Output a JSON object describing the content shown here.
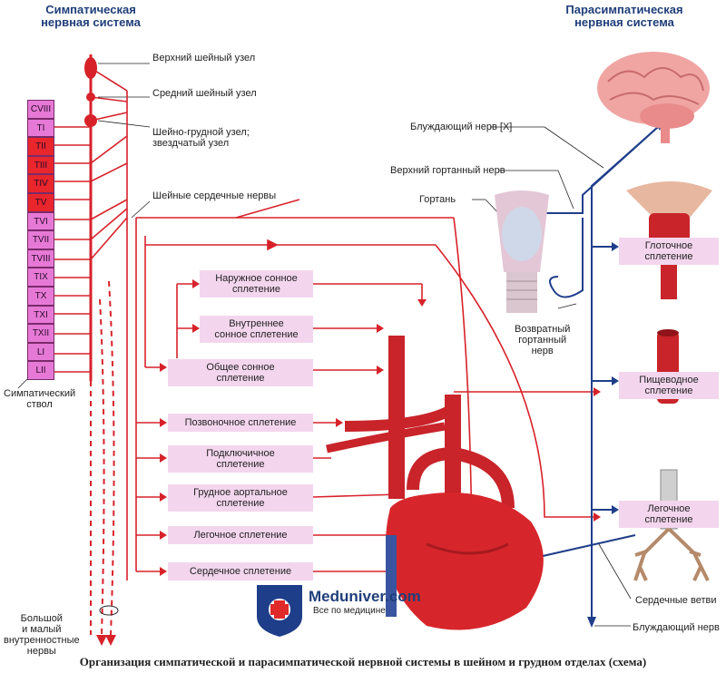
{
  "headings": {
    "sympathetic": "Симпатическая\nнервная система",
    "parasympathetic": "Парасимпатическая\nнервная система"
  },
  "segments": [
    "CVIII",
    "TI",
    "TII",
    "TIII",
    "TIV",
    "TV",
    "TVI",
    "TVII",
    "TVIII",
    "TIX",
    "TX",
    "TXI",
    "TXII",
    "LI",
    "LII"
  ],
  "red_segments": [
    "TII",
    "TIII",
    "TIV",
    "TV"
  ],
  "left_labels": {
    "upper_cervical_ganglion": "Верхний шейный узел",
    "middle_cervical_ganglion": "Средний шейный узел",
    "cervicothoracic_ganglion": "Шейно-грудной узел;\nзвездчатый узел",
    "cervical_cardiac_nerves": "Шейные сердечные нервы",
    "sympathetic_trunk": "Симпатический\nствол",
    "splanchnic_nerves": "Большой\nи малый\nвнутренностные\nнервы"
  },
  "plexus_boxes": {
    "external_carotid": "Наружное сонное\nсплетение",
    "internal_carotid": "Внутреннее\nсонное сплетение",
    "common_carotid": "Общее сонное\nсплетение",
    "vertebral": "Позвоночное сплетение",
    "subclavian": "Подключичное\nсплетение",
    "thoracic_aortic": "Грудное аортальное\nсплетение",
    "pulmonary": "Легочное сплетение",
    "cardiac": "Сердечное сплетение"
  },
  "right_labels": {
    "vagus": "Блуждающий нерв [X]",
    "superior_laryngeal": "Верхний гортанный нерв",
    "larynx": "Гортань",
    "recurrent_laryngeal": "Возвратный\nгортанный\nнерв",
    "cardiac_branches": "Сердечные ветви",
    "vagus_bottom": "Блуждающий нерв"
  },
  "organ_boxes": {
    "pharyngeal": "Глоточное\nсплетение",
    "esophageal": "Пищеводное\nсплетение",
    "pulmonary_right": "Легочное\nсплетение"
  },
  "logo": {
    "name": "Meduniver.com",
    "subtitle": "Все по медицине"
  },
  "caption": "Организация симпатической и парасимпатической нервной системы в шейном и грудном отделах (схема)",
  "colors": {
    "sympathetic": "#d7222a",
    "parasympathetic": "#1f3e8a",
    "box_fill": "#f3d6ee",
    "heading": "#1f3e7a"
  }
}
